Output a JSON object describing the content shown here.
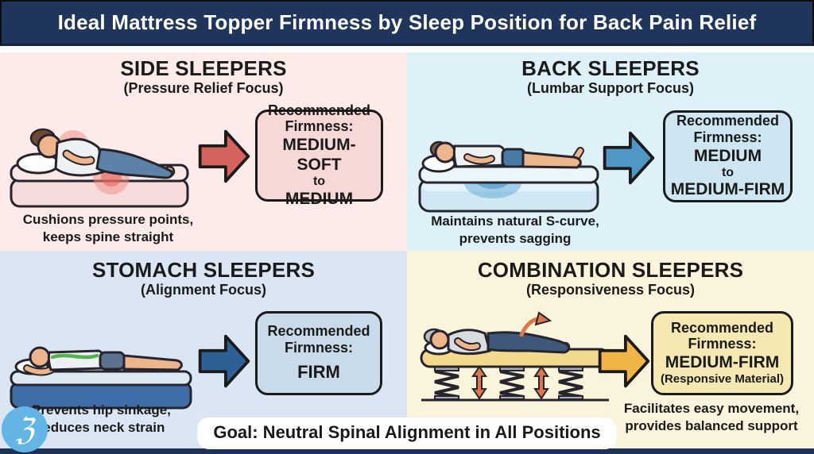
{
  "header": {
    "title": "Ideal Mattress Topper Firmness by Sleep Position for Back Pain Relief",
    "bg": "#20355c",
    "text_color": "#ffffff"
  },
  "quadrants": [
    {
      "title": "SIDE SLEEPERS",
      "subtitle": "(Pressure Relief Focus)",
      "bg": "#fcebe9",
      "arrow_color": "#d4635e",
      "box": {
        "bg": "#f6d8d6",
        "heading1": "Recommended",
        "heading2": "Firmness:",
        "value_top": "MEDIUM-SOFT",
        "connector": "to",
        "value_bottom": "MEDIUM"
      },
      "caption_line1": "Cushions pressure points,",
      "caption_line2": "keeps spine straight",
      "illustration": "woman sleeping on her side with red pressure-point glows at shoulder and hip"
    },
    {
      "title": "BACK SLEEPERS",
      "subtitle": "(Lumbar Support Focus)",
      "bg": "#def0f8",
      "arrow_color": "#4f97c5",
      "box": {
        "bg": "#cde6f2",
        "heading1": "Recommended",
        "heading2": "Firmness:",
        "value_top": "MEDIUM",
        "connector": "to",
        "value_bottom": "MEDIUM-FIRM"
      },
      "caption_line1": "Maintains natural S-curve,",
      "caption_line2": "prevents sagging",
      "illustration": "man sleeping on his back with blue lumbar-support highlight under hips"
    },
    {
      "title": "STOMACH SLEEPERS",
      "subtitle": "(Alignment Focus)",
      "bg": "#dbe6f4",
      "arrow_color": "#2f6095",
      "box": {
        "bg": "#c9daea",
        "heading1": "Recommended",
        "heading2": "Firmness:",
        "value_top": "FIRM"
      },
      "caption_line1": "Prevents hip sinkage,",
      "caption_line2": "reduces neck strain",
      "illustration": "man sleeping face-down on a firm mattress with straight green spine line"
    },
    {
      "title": "COMBINATION SLEEPERS",
      "subtitle": "(Responsiveness Focus)",
      "bg": "#fbf4dc",
      "arrow_color": "#f0b545",
      "box": {
        "bg": "#f6e8b3",
        "heading1": "Recommended",
        "heading2": "Firmness:",
        "value_top": "MEDIUM-FIRM",
        "note": "(Responsive Material)"
      },
      "caption_line1": "Facilitates easy movement,",
      "caption_line2": "provides balanced support",
      "illustration": "person on a responsive topper over coil springs with orange movement arrows"
    }
  ],
  "goal": {
    "text": "Goal: Neutral Spinal Alignment in All Positions"
  },
  "logo": {
    "glyph": "ℨ",
    "bg": "#62b5e5"
  },
  "footer_bar_color": "#1e3357"
}
